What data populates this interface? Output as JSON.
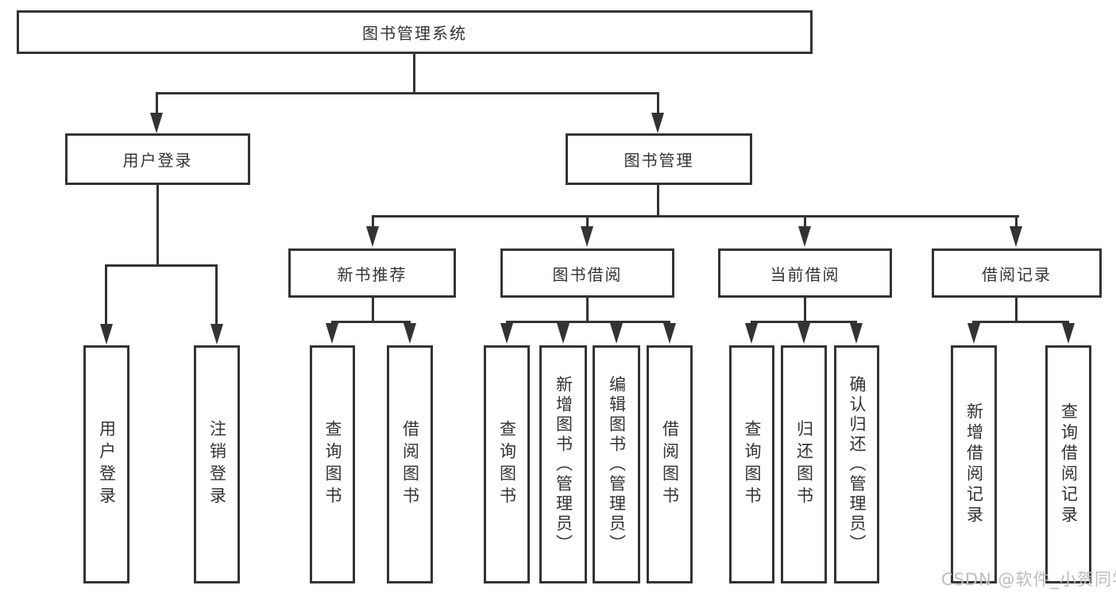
{
  "diagram": {
    "root": {
      "label": "图书管理系统"
    },
    "level2": {
      "user_login": {
        "label": "用户登录"
      },
      "book_mgmt": {
        "label": "图书管理"
      }
    },
    "level3": {
      "new_book_rec": {
        "label": "新书推荐"
      },
      "book_borrow": {
        "label": "图书借阅"
      },
      "current_borrow": {
        "label": "当前借阅"
      },
      "borrow_record": {
        "label": "借阅记录"
      }
    },
    "leaves": {
      "user_login": {
        "label": "用户登录"
      },
      "logout": {
        "label": "注销登录"
      },
      "rec_query_book": {
        "label": "查询图书"
      },
      "rec_borrow_book": {
        "label": "借阅图书"
      },
      "bor_query_book": {
        "label": "查询图书"
      },
      "bor_add_book": {
        "label": "新增图书（管理员）"
      },
      "bor_edit_book": {
        "label": "编辑图书（管理员）"
      },
      "bor_borrow_book": {
        "label": "借阅图书"
      },
      "cur_query_book": {
        "label": "查询图书"
      },
      "cur_return_book": {
        "label": "归还图书"
      },
      "cur_confirm_return": {
        "label": "确认归还（管理员）"
      },
      "log_add_record": {
        "label": "新增借阅记录"
      },
      "log_query_record": {
        "label": "查询借阅记录"
      }
    }
  },
  "watermark": {
    "text": "CSDN @软件_小贺同学"
  },
  "colors": {
    "line": "#333333",
    "background": "#ffffff",
    "watermark": "#bdbdbd"
  }
}
